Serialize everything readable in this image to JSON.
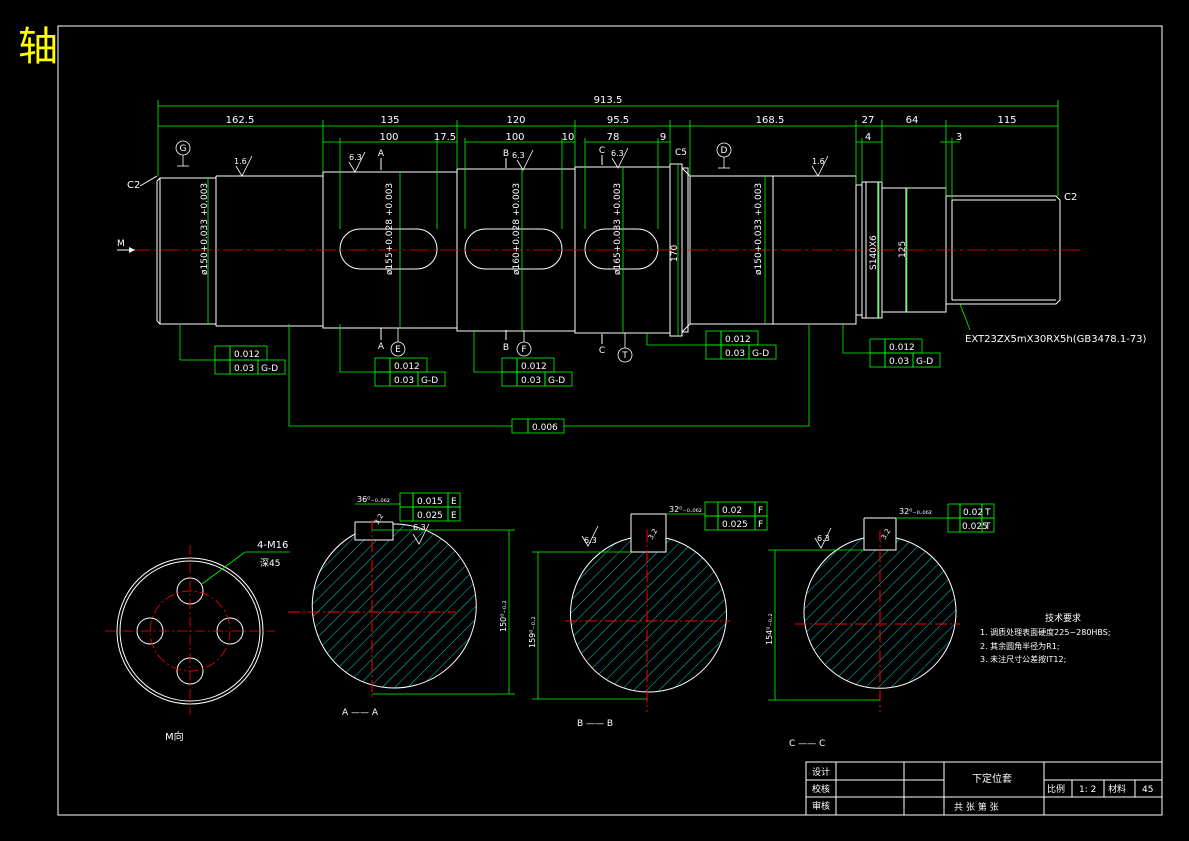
{
  "title": "轴",
  "overall_dim": "913.5",
  "seg_dims": [
    "162.5",
    "135",
    "120",
    "95.5",
    "168.5",
    "27",
    "64",
    "115"
  ],
  "sub_dims": [
    "100",
    "17.5",
    "100",
    "10",
    "78",
    "9",
    "4",
    "3"
  ],
  "datum_labels": {
    "g": "G",
    "d": "D",
    "e": "E",
    "f": "F",
    "t": "T"
  },
  "section_letters": {
    "a": "A",
    "b": "B",
    "c": "C"
  },
  "chamfers": {
    "left": "C2",
    "right": "C2",
    "c5": "C5"
  },
  "roughness": {
    "r16": "1.6",
    "r63": "6.3"
  },
  "diameters": {
    "d150a": "ø150+0.033 +0.003",
    "d155": "ø155+0.028 +0.003",
    "d160": "ø160+0.028 +0.003",
    "d165": "ø165+0.033 +0.003",
    "d170": "170",
    "d150b": "ø150+0.033 +0.003",
    "thread": "S140X6",
    "d125": "125"
  },
  "spline_note": "EXT23ZX5mX30RX5h(GB3478.1-73)",
  "m_label": "M",
  "gdt": {
    "g1": [
      "0.012",
      "0.03",
      "G-D"
    ],
    "g2": [
      "0.012",
      "0.03",
      "G-D"
    ],
    "g3": [
      "0.012",
      "0.03",
      "G-D"
    ],
    "g4": [
      "0.012",
      "0.03",
      "G-D"
    ],
    "g5": [
      "0.012",
      "0.03",
      "G-D"
    ],
    "g6": "0.006"
  },
  "section_tol": {
    "a": {
      "keyway": "36⁰₋₀.₀₆₂",
      "sym": "0.015",
      "sym_ref": "E",
      "par": "0.025",
      "par_ref": "E",
      "depth": "150⁰₋₀.₂",
      "rough": "6.3",
      "ks": "3.2"
    },
    "b": {
      "keyway": "32⁰₋₀.₀₆₂",
      "sym": "0.02",
      "sym_ref": "F",
      "par": "0.025",
      "par_ref": "F",
      "depth": "159⁰₋₀.₂",
      "rough": "6.3",
      "ks": "3.2"
    },
    "c": {
      "keyway": "32⁰₋₀.₀₆₂",
      "sym": "0.02",
      "sym_ref": "T",
      "par": "0.025",
      "par_ref": "T",
      "depth": "154⁰₋₀.₂",
      "rough": "6.3",
      "ks": "3.2"
    }
  },
  "view_labels": {
    "m": "M向",
    "holes": "4-M16",
    "depth": "深45",
    "aa": "A —— A",
    "bb": "B —— B",
    "cc": "C —— C"
  },
  "tech_req": {
    "title": "技术要求",
    "items": [
      "1. 调质处理表面硬度225~280HBS;",
      "2. 其余圆角半径为R1;",
      "3. 未注尺寸公差按IT12;"
    ]
  },
  "title_block": {
    "design": "设计",
    "check": "校核",
    "review": "审核",
    "part": "下定位套",
    "scale_label": "比例",
    "scale": "1: 2",
    "material_label": "材料",
    "material": "45",
    "sheets": "共  张  第  张"
  },
  "colors": {
    "line": "#ffffff",
    "dim": "#00ff00",
    "center": "#ff0000",
    "hatch": "#00ffff",
    "title": "#ffff00"
  }
}
